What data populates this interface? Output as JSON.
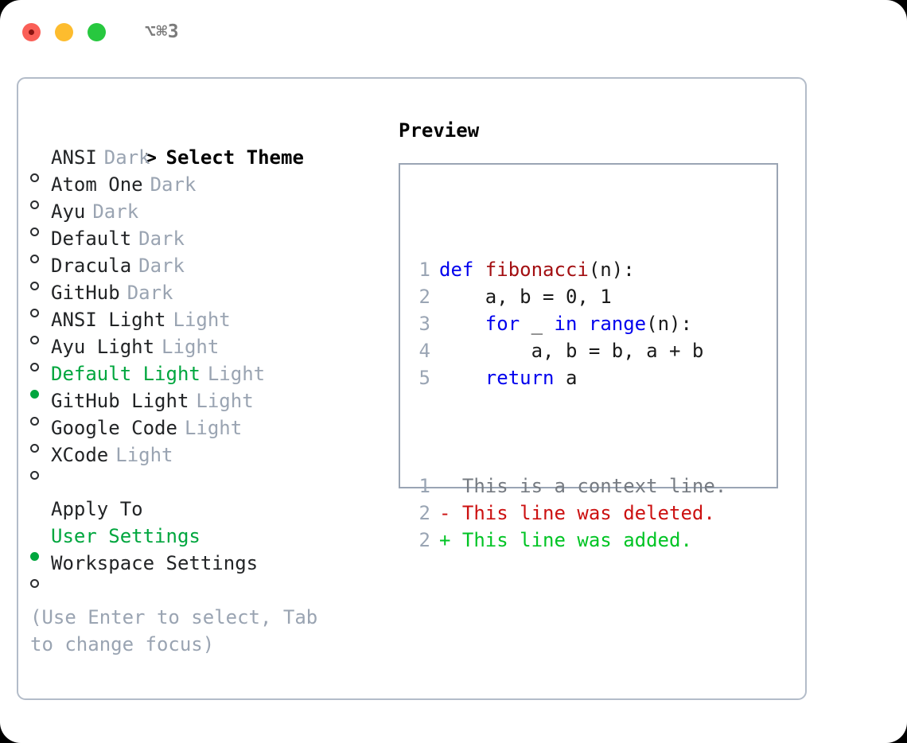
{
  "window": {
    "title": "⌥⌘3",
    "traffic_lights": [
      "close",
      "minimize",
      "maximize"
    ],
    "colors": {
      "close": "#fa5f57",
      "minimize": "#fdbc2e",
      "maximize": "#27c83f",
      "accent_green": "#00a63e",
      "muted": "#9aa4b2",
      "border": "#b3bcc9"
    }
  },
  "theme_list": {
    "header": "Select Theme",
    "caret": ">",
    "items": [
      {
        "name": "ANSI",
        "tag": "Dark",
        "selected": false
      },
      {
        "name": "Atom One",
        "tag": "Dark",
        "selected": false
      },
      {
        "name": "Ayu",
        "tag": "Dark",
        "selected": false
      },
      {
        "name": "Default",
        "tag": "Dark",
        "selected": false
      },
      {
        "name": "Dracula",
        "tag": "Dark",
        "selected": false
      },
      {
        "name": "GitHub",
        "tag": "Dark",
        "selected": false
      },
      {
        "name": "ANSI Light",
        "tag": "Light",
        "selected": false
      },
      {
        "name": "Ayu Light",
        "tag": "Light",
        "selected": false
      },
      {
        "name": "Default Light",
        "tag": "Light",
        "selected": true
      },
      {
        "name": "GitHub Light",
        "tag": "Light",
        "selected": false
      },
      {
        "name": "Google Code",
        "tag": "Light",
        "selected": false
      },
      {
        "name": "XCode",
        "tag": "Light",
        "selected": false
      }
    ]
  },
  "apply_to": {
    "label": "Apply To",
    "items": [
      {
        "name": "User Settings",
        "selected": true
      },
      {
        "name": "Workspace Settings",
        "selected": false
      }
    ]
  },
  "hint": "(Use Enter to select, Tab to change focus)",
  "preview": {
    "title": "Preview",
    "code_lines": [
      {
        "num": "1",
        "tokens": [
          {
            "t": "def ",
            "c": "kw"
          },
          {
            "t": "fibonacci",
            "c": "fn"
          },
          {
            "t": "(n):",
            "c": "plain"
          }
        ]
      },
      {
        "num": "2",
        "tokens": [
          {
            "t": "    a, b = 0, 1",
            "c": "plain"
          }
        ]
      },
      {
        "num": "3",
        "tokens": [
          {
            "t": "    ",
            "c": "plain"
          },
          {
            "t": "for",
            "c": "kw"
          },
          {
            "t": " _ ",
            "c": "plain"
          },
          {
            "t": "in",
            "c": "kw"
          },
          {
            "t": " ",
            "c": "plain"
          },
          {
            "t": "range",
            "c": "kw"
          },
          {
            "t": "(n):",
            "c": "plain"
          }
        ]
      },
      {
        "num": "4",
        "tokens": [
          {
            "t": "        a, b = b, a + b",
            "c": "plain"
          }
        ]
      },
      {
        "num": "5",
        "tokens": [
          {
            "t": "    ",
            "c": "plain"
          },
          {
            "t": "return",
            "c": "kw"
          },
          {
            "t": " a",
            "c": "plain"
          }
        ]
      }
    ],
    "diff_lines": [
      {
        "num": "1",
        "marker": " ",
        "text": " This is a context line.",
        "kind": "ctx"
      },
      {
        "num": "2",
        "marker": "-",
        "text": " This line was deleted.",
        "kind": "del"
      },
      {
        "num": "2",
        "marker": "+",
        "text": " This line was added.",
        "kind": "add"
      }
    ]
  }
}
